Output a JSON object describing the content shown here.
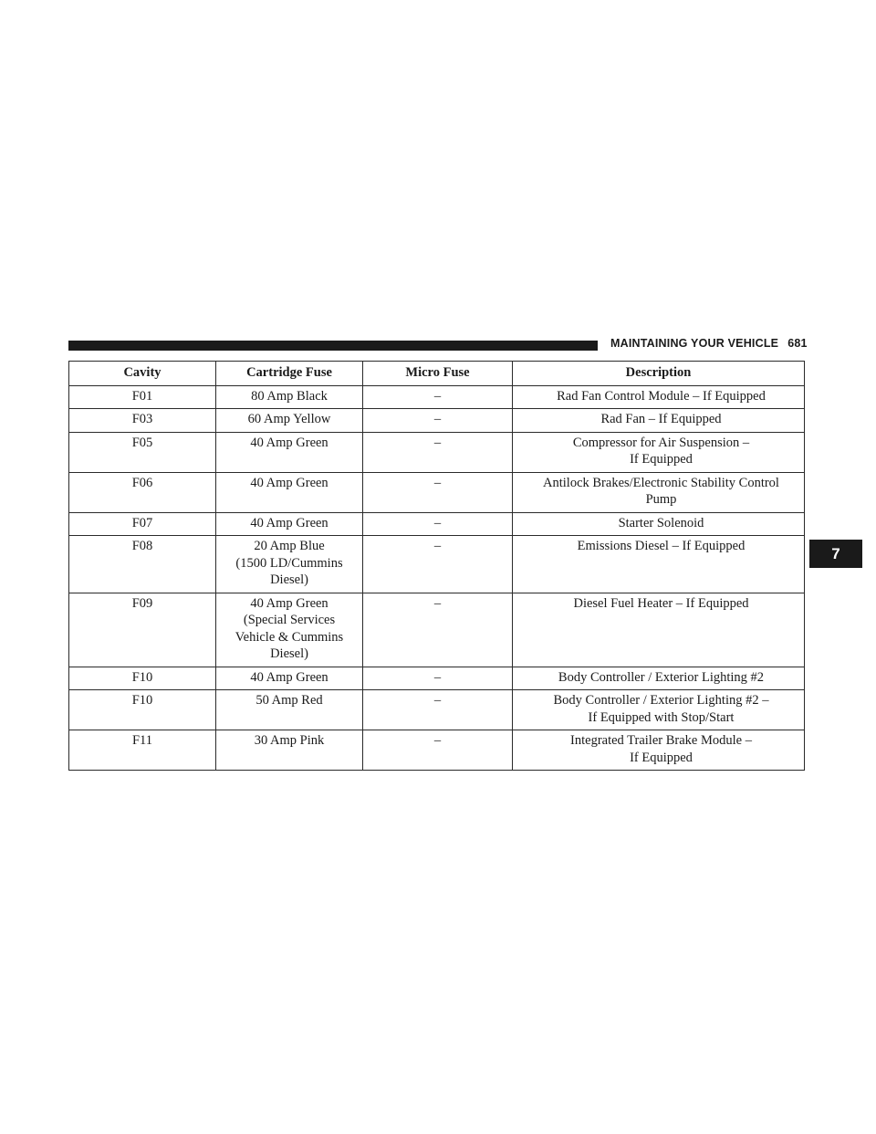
{
  "header": {
    "section_title": "MAINTAINING YOUR VEHICLE",
    "page_number": "681",
    "chapter_tab": "7"
  },
  "table": {
    "columns": [
      "Cavity",
      "Cartridge Fuse",
      "Micro Fuse",
      "Description"
    ],
    "rows": [
      {
        "cavity": "F01",
        "cartridge": [
          "80 Amp Black"
        ],
        "micro": "–",
        "description": [
          "Rad Fan Control Module – If Equipped"
        ]
      },
      {
        "cavity": "F03",
        "cartridge": [
          "60 Amp Yellow"
        ],
        "micro": "–",
        "description": [
          "Rad Fan – If Equipped"
        ]
      },
      {
        "cavity": "F05",
        "cartridge": [
          "40 Amp Green"
        ],
        "micro": "–",
        "description": [
          "Compressor for Air Suspension –",
          "If Equipped"
        ]
      },
      {
        "cavity": "F06",
        "cartridge": [
          "40 Amp Green"
        ],
        "micro": "–",
        "description": [
          "Antilock Brakes/Electronic Stability Control",
          "Pump"
        ]
      },
      {
        "cavity": "F07",
        "cartridge": [
          "40 Amp Green"
        ],
        "micro": "–",
        "description": [
          "Starter Solenoid"
        ]
      },
      {
        "cavity": "F08",
        "cartridge": [
          "20 Amp Blue",
          "(1500 LD/Cummins",
          "Diesel)"
        ],
        "micro": "–",
        "description": [
          "Emissions Diesel – If Equipped"
        ]
      },
      {
        "cavity": "F09",
        "cartridge": [
          "40 Amp Green",
          "(Special Services",
          "Vehicle & Cummins",
          "Diesel)"
        ],
        "micro": "–",
        "description": [
          "Diesel Fuel Heater – If Equipped"
        ]
      },
      {
        "cavity": "F10",
        "cartridge": [
          "40 Amp Green"
        ],
        "micro": "–",
        "description": [
          "Body Controller / Exterior Lighting #2"
        ]
      },
      {
        "cavity": "F10",
        "cartridge": [
          "50 Amp Red"
        ],
        "micro": "–",
        "description": [
          "Body Controller / Exterior Lighting #2 –",
          "If Equipped with Stop/Start"
        ]
      },
      {
        "cavity": "F11",
        "cartridge": [
          "30 Amp Pink"
        ],
        "micro": "–",
        "description": [
          "Integrated Trailer Brake Module –",
          "If Equipped"
        ]
      }
    ]
  }
}
